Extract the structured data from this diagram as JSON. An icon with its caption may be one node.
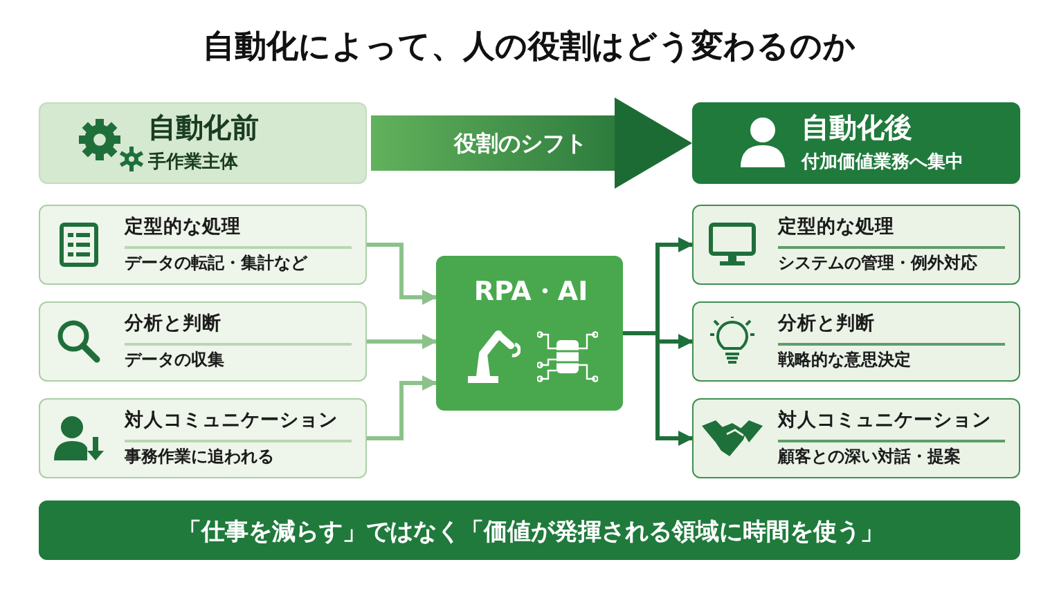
{
  "diagram": {
    "title": "自動化によって、人の役割はどう変わるのか",
    "nodes": [
      {
        "text": [
          "自動化前",
          "手作業主体"
        ]
      },
      {
        "text": [
          "自動化後",
          "付加価値業務へ集中"
        ]
      },
      {
        "text": [
          "定型的な処理",
          "データの転記・集計など"
        ]
      },
      {
        "text": [
          "分析と判断",
          "データの収集"
        ]
      },
      {
        "text": [
          "対人コミュニケーション",
          "事務作業に追われる"
        ]
      },
      {
        "text": [
          "RPA・AI"
        ]
      },
      {
        "text": [
          "定型的な処理",
          "システムの管理・例外対応"
        ]
      },
      {
        "text": [
          "分析と判断",
          "戦略的な意思決定"
        ]
      },
      {
        "text": [
          "対人コミュニケーション",
          "顧客との深い対話・提案"
        ]
      },
      {
        "text": [
          "「仕事を減らす」ではなく「価値が発揮される領域に時間を使う」"
        ]
      }
    ],
    "edges": [
      {
        "from": 0,
        "to": 1,
        "arrow": "to",
        "label": "役割のシフト",
        "style": "thick"
      },
      {
        "from": 2,
        "to": 5,
        "arrow": "to",
        "color": "#8cc28a"
      },
      {
        "from": 3,
        "to": 5,
        "arrow": "to",
        "color": "#8cc28a"
      },
      {
        "from": 4,
        "to": 5,
        "arrow": "to",
        "color": "#8cc28a"
      },
      {
        "from": 5,
        "to": 6,
        "arrow": "to",
        "color": "#1f6f3a"
      },
      {
        "from": 5,
        "to": 7,
        "arrow": "to",
        "color": "#1f6f3a"
      },
      {
        "from": 5,
        "to": 8,
        "arrow": "to",
        "color": "#1f6f3a"
      }
    ]
  }
}
